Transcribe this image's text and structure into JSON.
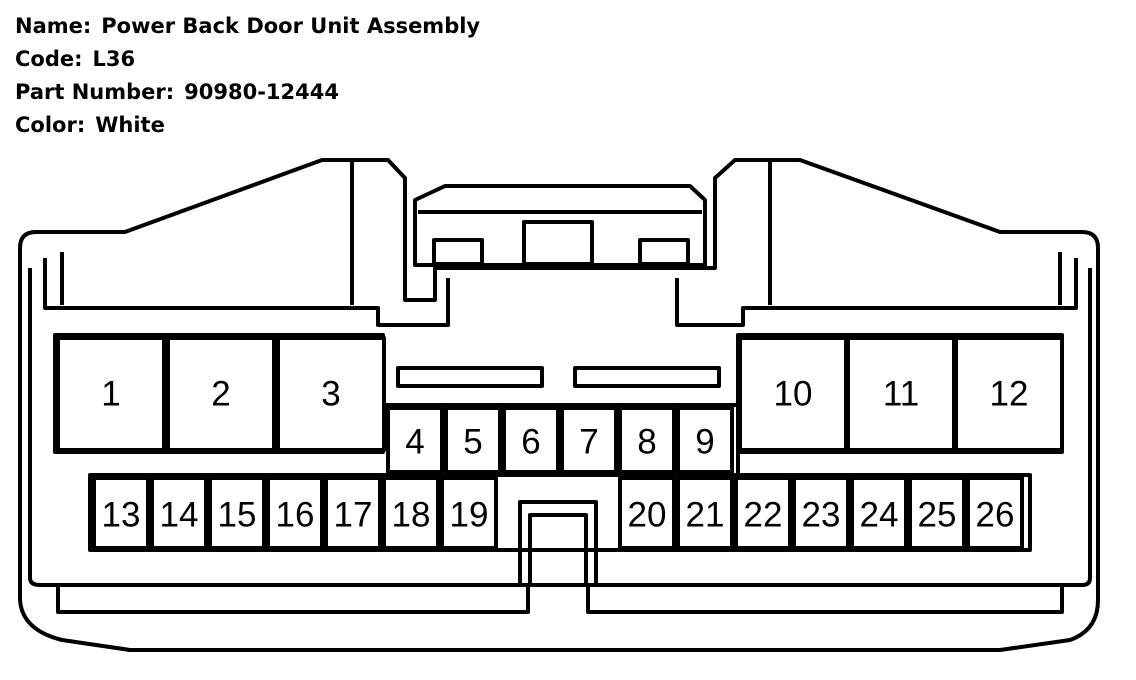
{
  "info": {
    "name_label": "Name:",
    "name_value": "Power Back Door Unit Assembly",
    "code_label": "Code:",
    "code_value": "L36",
    "part_label": "Part Number:",
    "part_value": "90980-12444",
    "color_label": "Color:",
    "color_value": "White"
  },
  "connector": {
    "pins": [
      "1",
      "2",
      "3",
      "4",
      "5",
      "6",
      "7",
      "8",
      "9",
      "10",
      "11",
      "12",
      "13",
      "14",
      "15",
      "16",
      "17",
      "18",
      "19",
      "20",
      "21",
      "22",
      "23",
      "24",
      "25",
      "26"
    ]
  }
}
